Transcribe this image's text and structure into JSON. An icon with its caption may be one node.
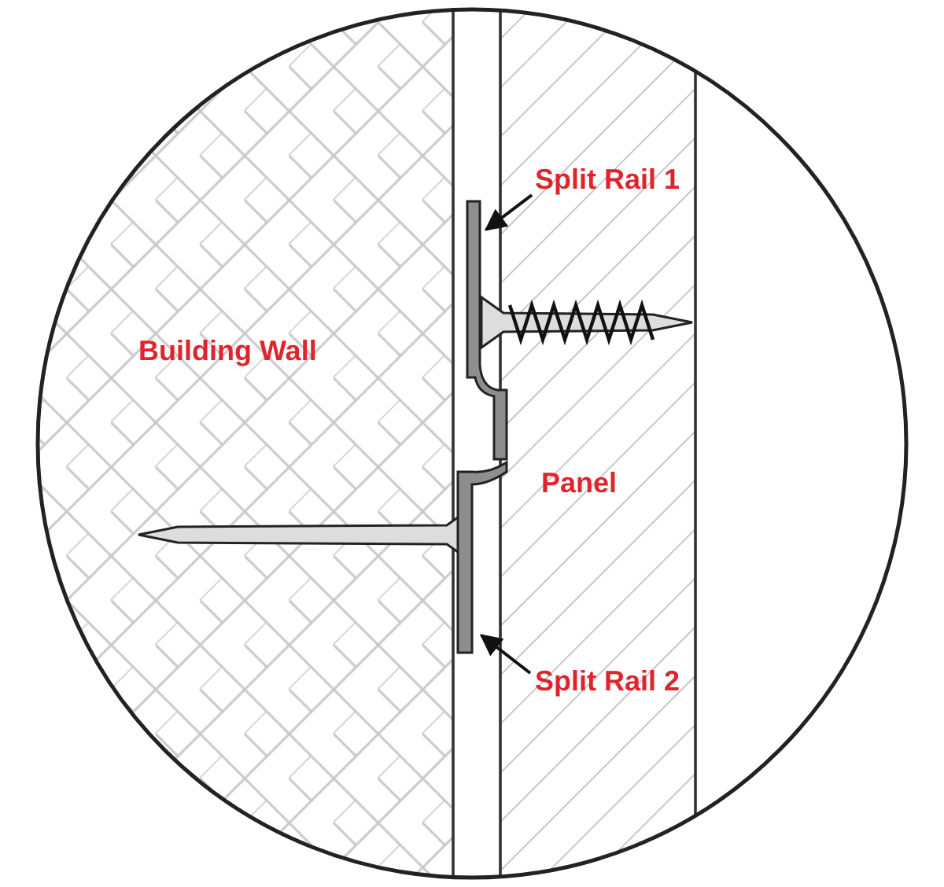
{
  "diagram": {
    "nodes": [
      {
        "text": [
          "Split Rail 1"
        ]
      },
      {
        "text": [],
        "shape": "bar"
      },
      {
        "text": [
          "Split Rail 2"
        ]
      },
      {
        "text": [],
        "shape": "bar"
      }
    ],
    "edges": [
      {
        "from": 0,
        "to": 1,
        "arrow": "to"
      },
      {
        "from": 2,
        "to": 3,
        "arrow": "to"
      }
    ],
    "labels": [
      "Building Wall",
      "Panel"
    ]
  }
}
